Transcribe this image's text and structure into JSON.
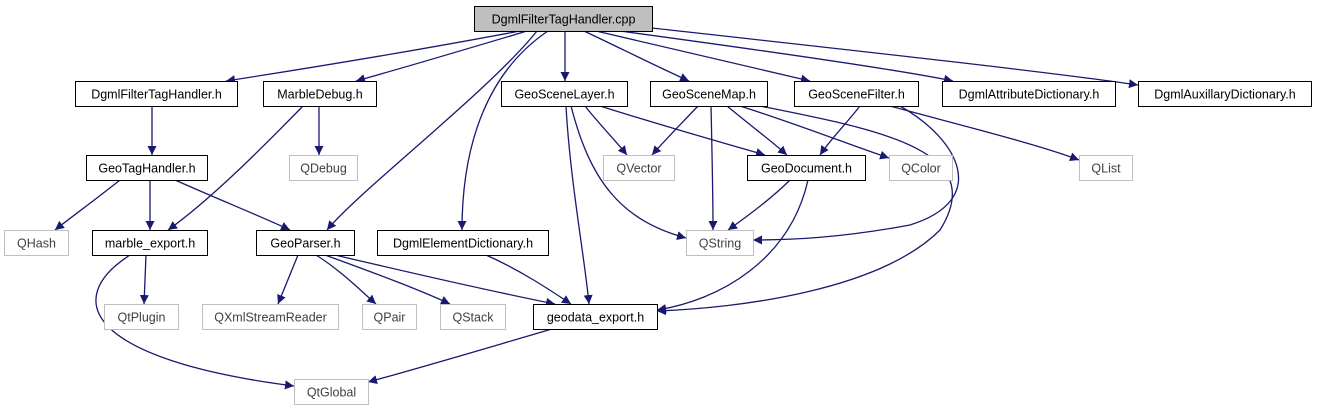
{
  "colors": {
    "edge": "#191970",
    "root_fill": "#bfbfbf",
    "node_fill": "#ffffff",
    "documented_border": "#000000",
    "external_border": "#bfbfbf",
    "external_text": "#404040",
    "text": "#000000"
  },
  "nodes": [
    {
      "id": "root",
      "label": "DgmlFilterTagHandler.cpp",
      "kind": "root"
    },
    {
      "id": "dgmlfth_h",
      "label": "DgmlFilterTagHandler.h",
      "kind": "documented"
    },
    {
      "id": "marbledebug_h",
      "label": "MarbleDebug.h",
      "kind": "documented"
    },
    {
      "id": "geoscenelayer_h",
      "label": "GeoSceneLayer.h",
      "kind": "documented"
    },
    {
      "id": "geoscenemap_h",
      "label": "GeoSceneMap.h",
      "kind": "documented"
    },
    {
      "id": "geoscenefilter_h",
      "label": "GeoSceneFilter.h",
      "kind": "documented"
    },
    {
      "id": "dgmlattrdict_h",
      "label": "DgmlAttributeDictionary.h",
      "kind": "documented"
    },
    {
      "id": "dgmlauxdict_h",
      "label": "DgmlAuxillaryDictionary.h",
      "kind": "documented"
    },
    {
      "id": "geotaghandler_h",
      "label": "GeoTagHandler.h",
      "kind": "documented"
    },
    {
      "id": "qdebug",
      "label": "QDebug",
      "kind": "external"
    },
    {
      "id": "qvector",
      "label": "QVector",
      "kind": "external"
    },
    {
      "id": "geodocument_h",
      "label": "GeoDocument.h",
      "kind": "documented"
    },
    {
      "id": "qcolor",
      "label": "QColor",
      "kind": "external"
    },
    {
      "id": "qlist",
      "label": "QList",
      "kind": "external"
    },
    {
      "id": "qhash",
      "label": "QHash",
      "kind": "external"
    },
    {
      "id": "marble_export_h",
      "label": "marble_export.h",
      "kind": "documented"
    },
    {
      "id": "geoparser_h",
      "label": "GeoParser.h",
      "kind": "documented"
    },
    {
      "id": "dgmlelemdict_h",
      "label": "DgmlElementDictionary.h",
      "kind": "documented"
    },
    {
      "id": "qstring",
      "label": "QString",
      "kind": "external"
    },
    {
      "id": "qtplugin",
      "label": "QtPlugin",
      "kind": "external"
    },
    {
      "id": "qxmlstreamreader",
      "label": "QXmlStreamReader",
      "kind": "external"
    },
    {
      "id": "qpair",
      "label": "QPair",
      "kind": "external"
    },
    {
      "id": "qstack",
      "label": "QStack",
      "kind": "external"
    },
    {
      "id": "geodata_export_h",
      "label": "geodata_export.h",
      "kind": "documented"
    },
    {
      "id": "qtglobal",
      "label": "QtGlobal",
      "kind": "external"
    }
  ],
  "edges": [
    {
      "from": "root",
      "to": "dgmlfth_h"
    },
    {
      "from": "root",
      "to": "marbledebug_h"
    },
    {
      "from": "root",
      "to": "geoparser_h"
    },
    {
      "from": "root",
      "to": "dgmlelemdict_h"
    },
    {
      "from": "root",
      "to": "geoscenelayer_h"
    },
    {
      "from": "root",
      "to": "geoscenemap_h"
    },
    {
      "from": "root",
      "to": "geoscenefilter_h"
    },
    {
      "from": "root",
      "to": "dgmlattrdict_h"
    },
    {
      "from": "root",
      "to": "dgmlauxdict_h"
    },
    {
      "from": "dgmlfth_h",
      "to": "geotaghandler_h"
    },
    {
      "from": "marbledebug_h",
      "to": "qdebug"
    },
    {
      "from": "marbledebug_h",
      "to": "marble_export_h"
    },
    {
      "from": "geotaghandler_h",
      "to": "qhash"
    },
    {
      "from": "geotaghandler_h",
      "to": "marble_export_h"
    },
    {
      "from": "geotaghandler_h",
      "to": "geoparser_h"
    },
    {
      "from": "marble_export_h",
      "to": "qtplugin"
    },
    {
      "from": "marble_export_h",
      "to": "qtglobal"
    },
    {
      "from": "geoparser_h",
      "to": "qxmlstreamreader"
    },
    {
      "from": "geoparser_h",
      "to": "qpair"
    },
    {
      "from": "geoparser_h",
      "to": "qstack"
    },
    {
      "from": "geoparser_h",
      "to": "geodata_export_h"
    },
    {
      "from": "dgmlelemdict_h",
      "to": "geodata_export_h"
    },
    {
      "from": "geodata_export_h",
      "to": "qtglobal"
    },
    {
      "from": "geoscenelayer_h",
      "to": "qvector"
    },
    {
      "from": "geoscenelayer_h",
      "to": "geodocument_h"
    },
    {
      "from": "geoscenelayer_h",
      "to": "qstring"
    },
    {
      "from": "geoscenelayer_h",
      "to": "geodata_export_h"
    },
    {
      "from": "geoscenemap_h",
      "to": "qvector"
    },
    {
      "from": "geoscenemap_h",
      "to": "geodocument_h"
    },
    {
      "from": "geoscenemap_h",
      "to": "qcolor"
    },
    {
      "from": "geoscenemap_h",
      "to": "qstring"
    },
    {
      "from": "geoscenemap_h",
      "to": "geodata_export_h"
    },
    {
      "from": "geoscenefilter_h",
      "to": "geodocument_h"
    },
    {
      "from": "geoscenefilter_h",
      "to": "qlist"
    },
    {
      "from": "geoscenefilter_h",
      "to": "qstring"
    },
    {
      "from": "geodocument_h",
      "to": "qstring"
    },
    {
      "from": "geodocument_h",
      "to": "geodata_export_h"
    }
  ]
}
